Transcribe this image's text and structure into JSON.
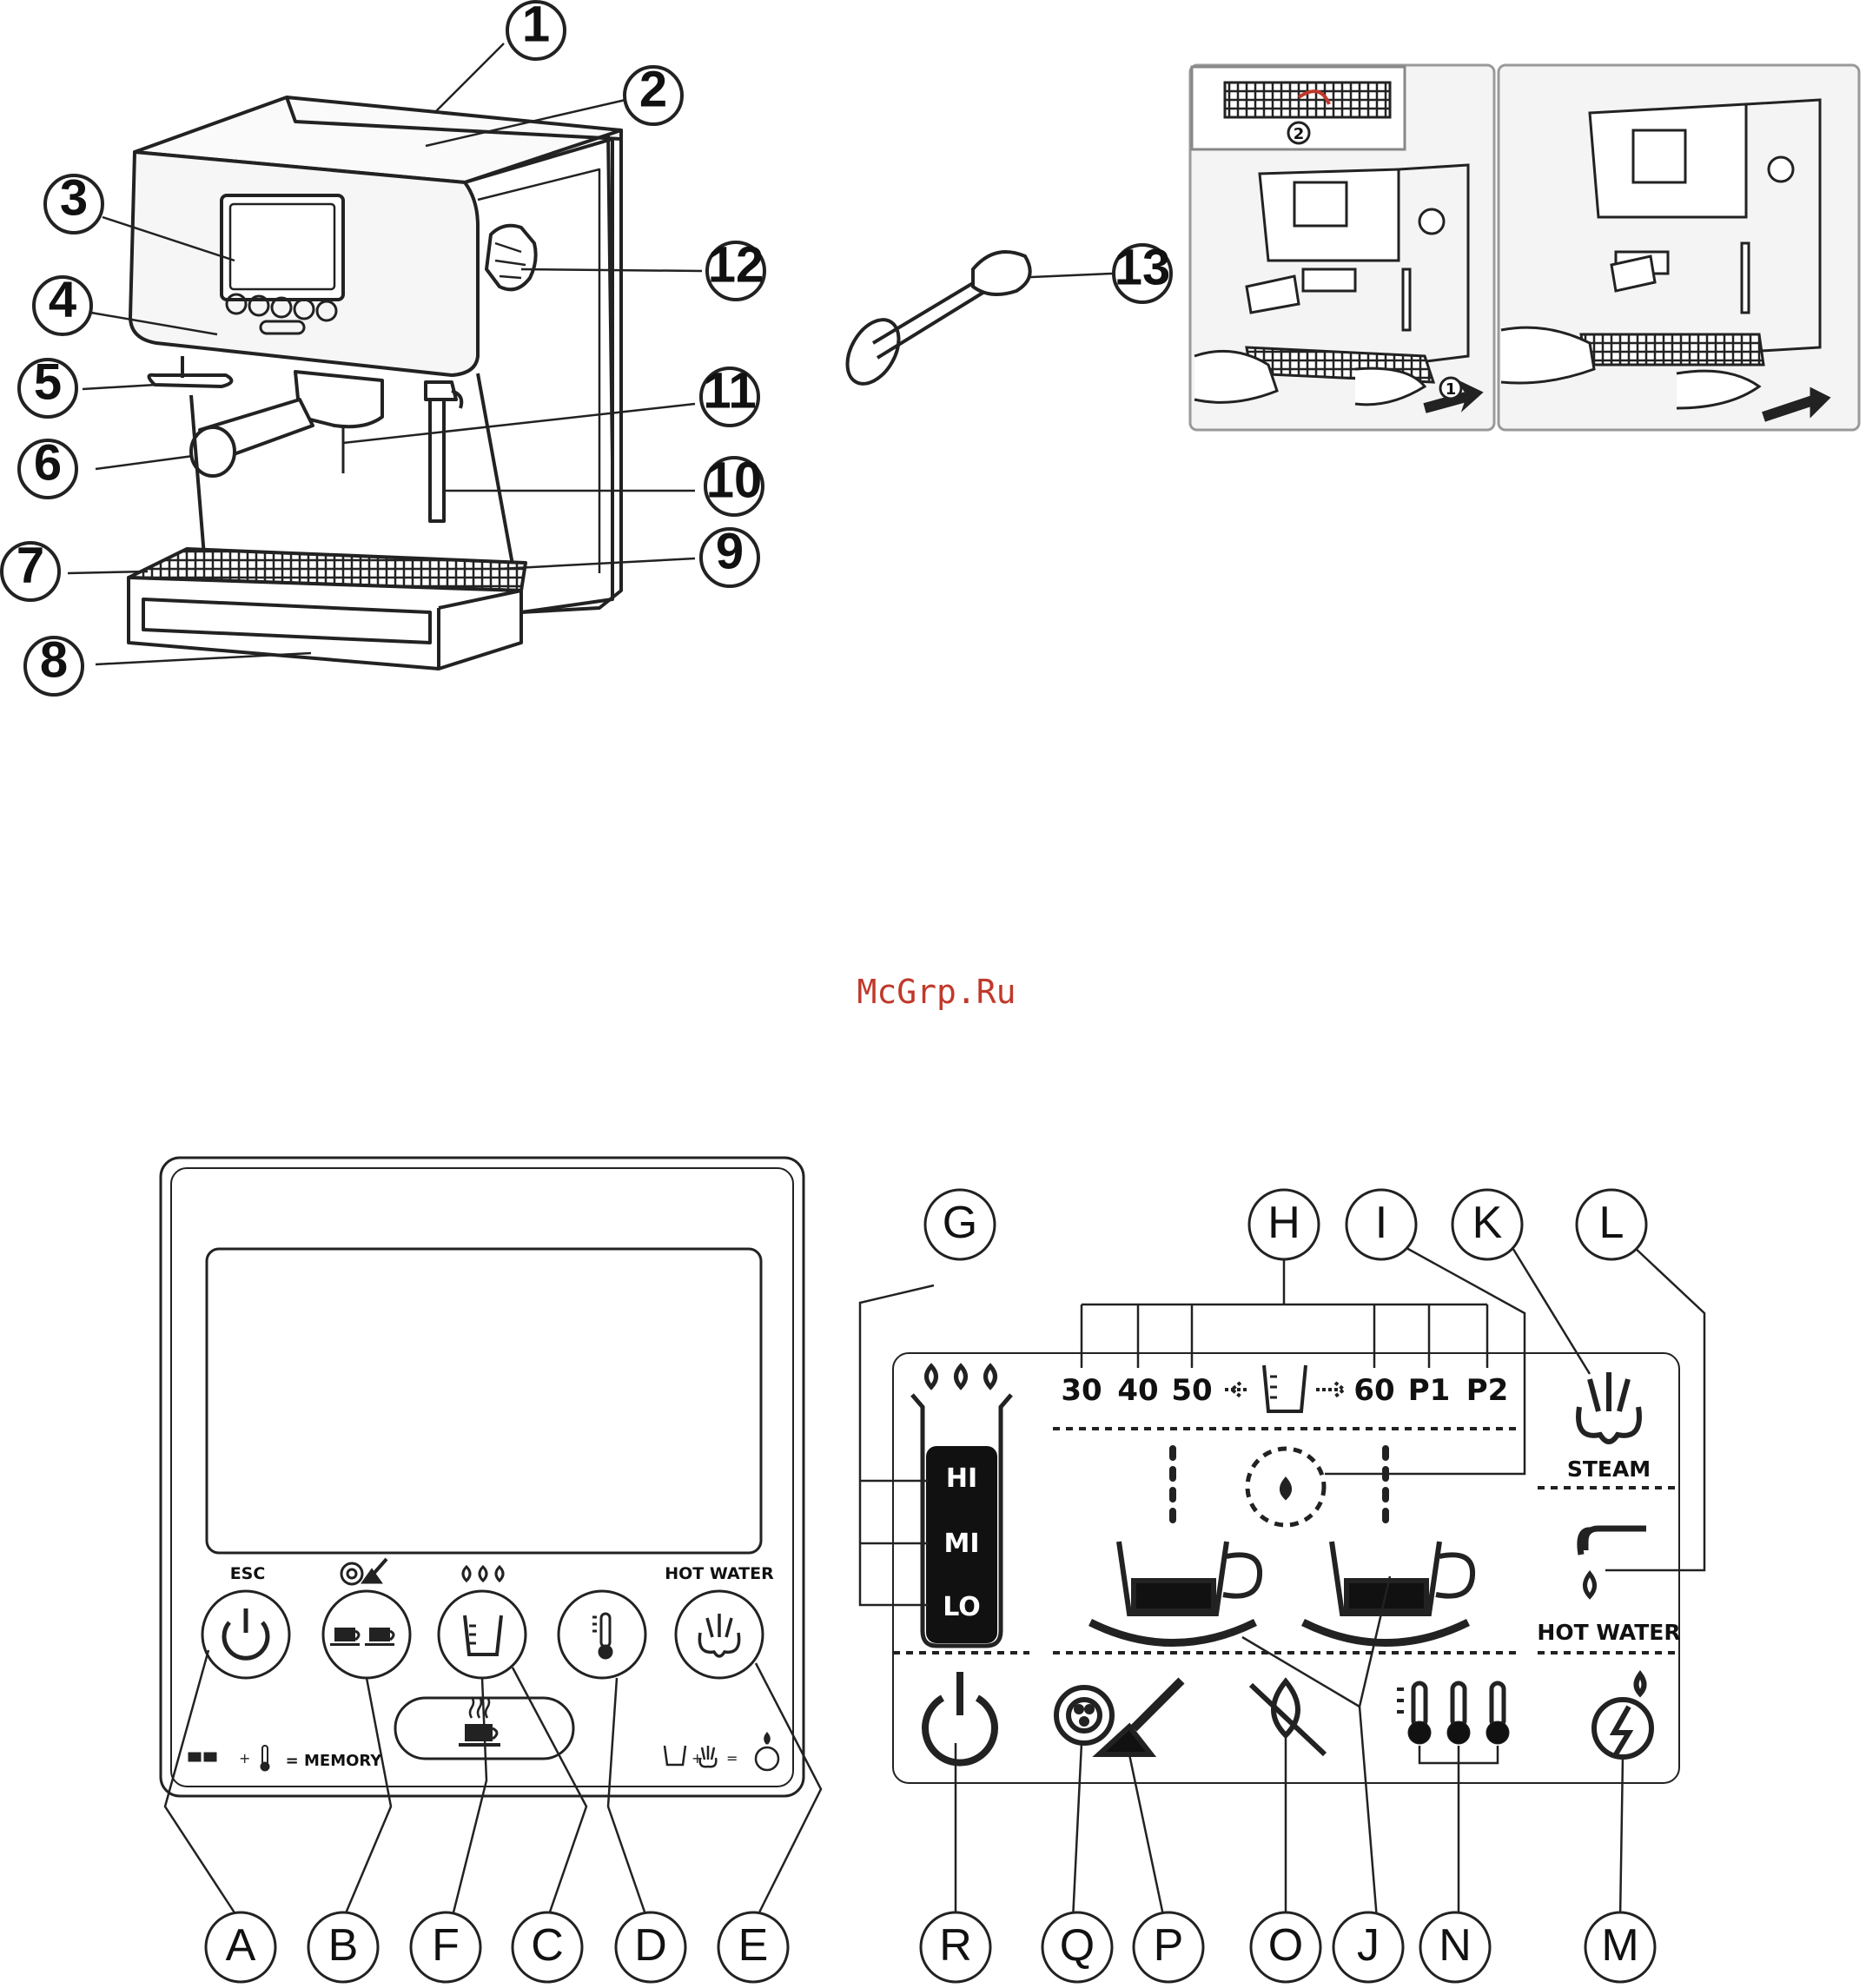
{
  "watermark": "McGrp.Ru",
  "machine_callouts": [
    "1",
    "2",
    "3",
    "4",
    "5",
    "6",
    "7",
    "8",
    "9",
    "10",
    "11",
    "12",
    "13"
  ],
  "drip_tray_steps": [
    "1",
    "2"
  ],
  "panel": {
    "labels": {
      "esc": "ESC",
      "hot_water": "HOT WATER",
      "memory": "= MEMORY"
    },
    "callouts": [
      "A",
      "B",
      "F",
      "C",
      "D",
      "E"
    ]
  },
  "lcd": {
    "levels": [
      "HI",
      "MI",
      "LO"
    ],
    "volumes": [
      "30",
      "40",
      "50",
      "60",
      "P1",
      "P2"
    ],
    "steam_label": "STEAM",
    "hot_water_label": "HOT WATER",
    "top_callouts": [
      "G",
      "H",
      "I",
      "K",
      "L"
    ],
    "bottom_callouts": [
      "R",
      "Q",
      "P",
      "O",
      "J",
      "N",
      "M"
    ]
  }
}
